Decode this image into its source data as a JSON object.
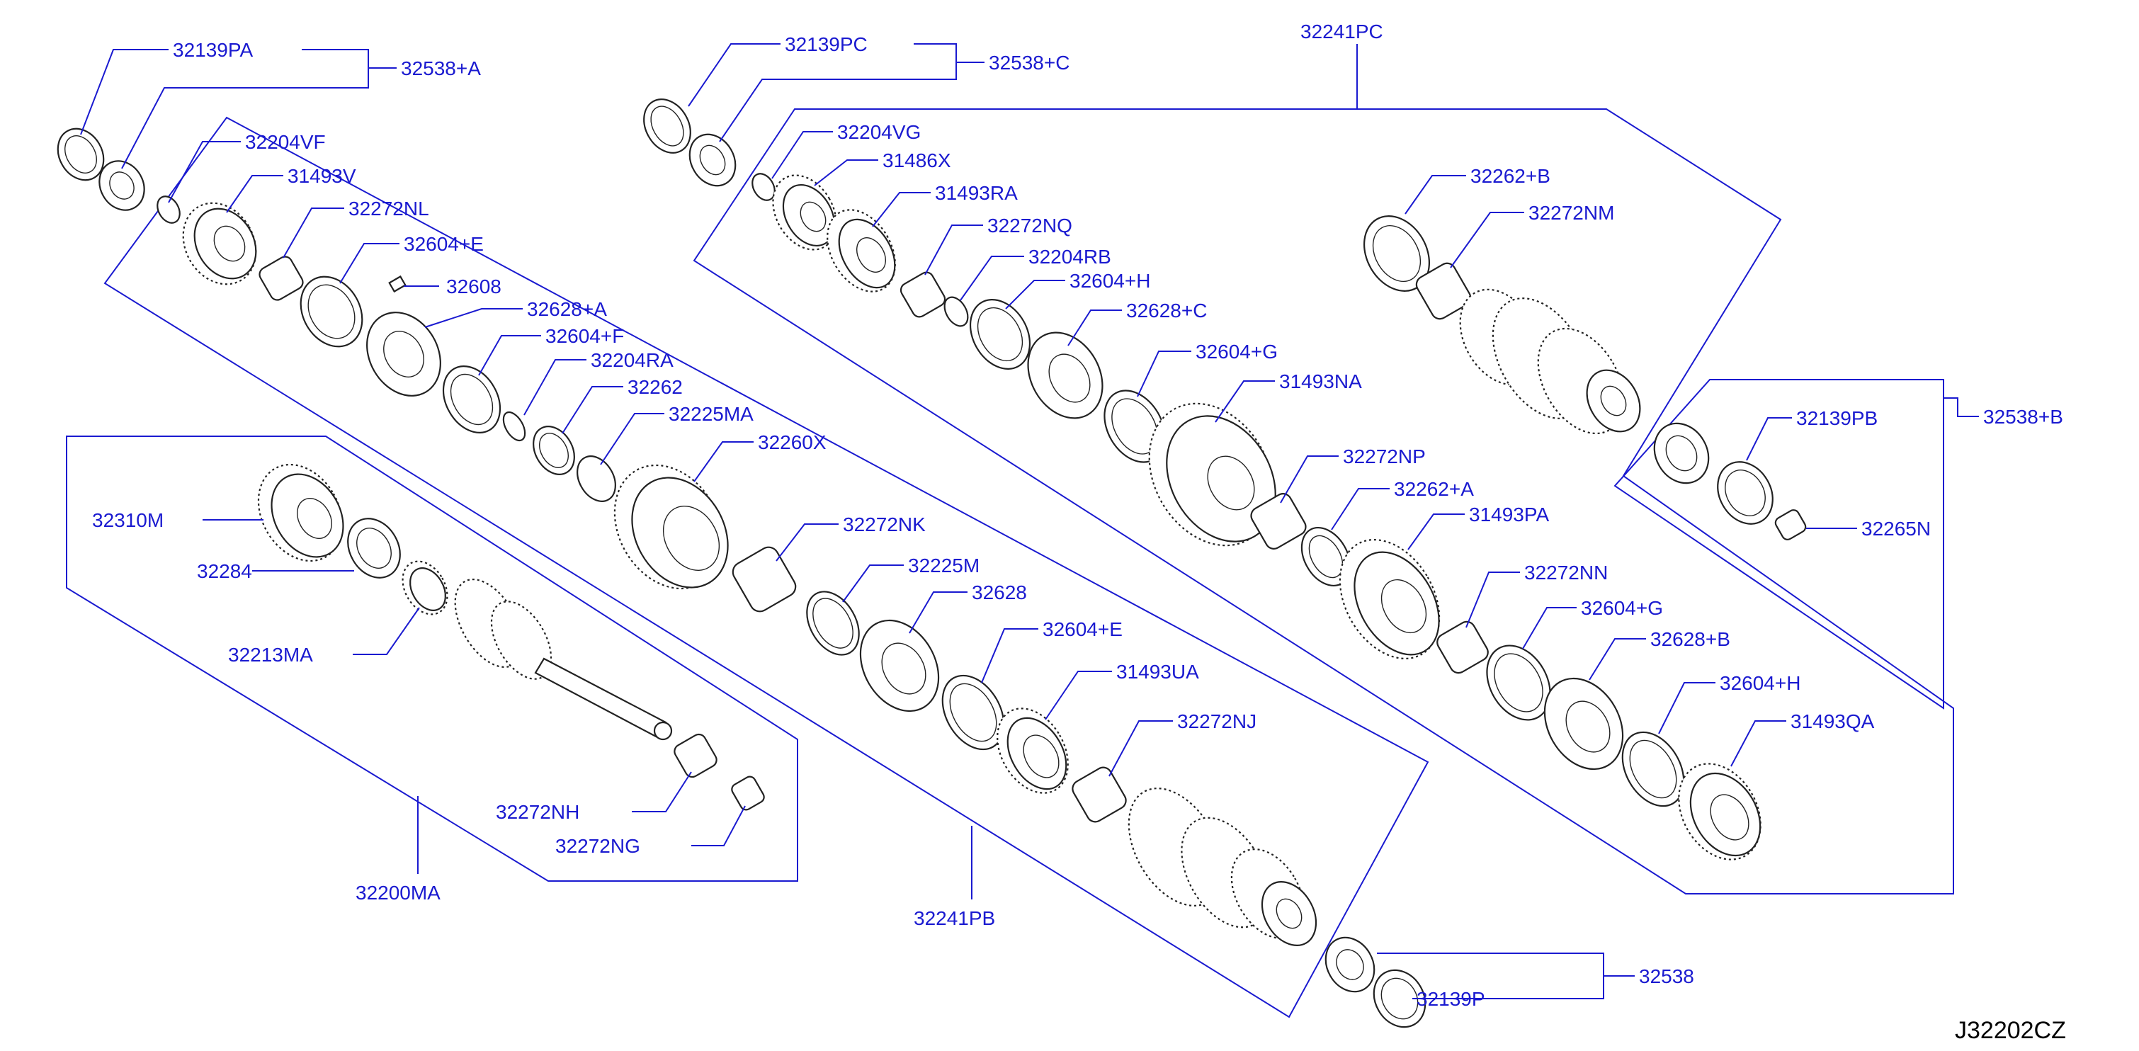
{
  "diagram": {
    "ref_code": "J32202CZ",
    "groups": [
      {
        "label": "32241PC",
        "parts": [
          "32204VG",
          "31486X",
          "31493RA",
          "32272NQ",
          "32204RB",
          "32604+H",
          "32628+C",
          "32604+G",
          "31493NA",
          "32272NP",
          "32262+A",
          "31493PA",
          "32272NN",
          "32604+G",
          "32628+B",
          "32604+H",
          "31493QA",
          "32262+B",
          "32272NM"
        ]
      },
      {
        "label": "32241PB",
        "parts": [
          "32204VF",
          "31493V",
          "32272NL",
          "32604+E",
          "32608",
          "32628+A",
          "32604+F",
          "32204RA",
          "32262",
          "32225MA",
          "32260X",
          "32272NK",
          "32225M",
          "32628",
          "32604+E",
          "31493UA",
          "32272NJ"
        ]
      },
      {
        "label": "32200MA",
        "parts": [
          "32310M",
          "32284",
          "32213MA",
          "32272NH",
          "32272NG"
        ]
      },
      {
        "label": "32538+B",
        "parts": [
          "32139PB",
          "32265N"
        ]
      }
    ],
    "labels": {
      "l_32139PA": "32139PA",
      "l_32538A": "32538+A",
      "l_32204VF": "32204VF",
      "l_31493V": "31493V",
      "l_32272NL": "32272NL",
      "l_32604E_top": "32604+E",
      "l_32608": "32608",
      "l_32628A": "32628+A",
      "l_32604F": "32604+F",
      "l_32204RA": "32204RA",
      "l_32262": "32262",
      "l_32225MA": "32225MA",
      "l_32260X": "32260X",
      "l_32310M": "32310M",
      "l_32284": "32284",
      "l_32213MA": "32213MA",
      "l_32272NH": "32272NH",
      "l_32272NG": "32272NG",
      "l_32200MA": "32200MA",
      "l_32272NK": "32272NK",
      "l_32225M": "32225M",
      "l_32628": "32628",
      "l_32604E_mid": "32604+E",
      "l_31493UA": "31493UA",
      "l_32272NJ": "32272NJ",
      "l_32241PB": "32241PB",
      "l_32139PC": "32139PC",
      "l_32538C": "32538+C",
      "l_32241PC": "32241PC",
      "l_32204VG": "32204VG",
      "l_31486X": "31486X",
      "l_31493RA": "31493RA",
      "l_32272NQ": "32272NQ",
      "l_32204RB": "32204RB",
      "l_32604H_top": "32604+H",
      "l_32628C": "32628+C",
      "l_32604G_top": "32604+G",
      "l_31493NA": "31493NA",
      "l_32272NP": "32272NP",
      "l_32262A": "32262+A",
      "l_31493PA": "31493PA",
      "l_32272NN": "32272NN",
      "l_32604G_mid": "32604+G",
      "l_32628B": "32628+B",
      "l_32604H_mid": "32604+H",
      "l_31493QA": "31493QA",
      "l_32262B": "32262+B",
      "l_32272NM": "32272NM",
      "l_32538B": "32538+B",
      "l_32139PB": "32139PB",
      "l_32265N": "32265N",
      "l_32538": "32538",
      "l_32139P": "32139P"
    }
  }
}
